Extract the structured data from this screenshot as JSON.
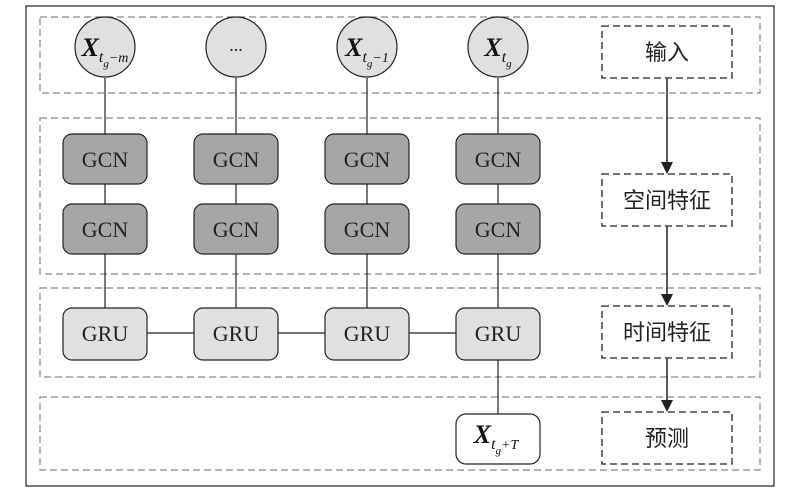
{
  "inputs": [
    {
      "var": "X",
      "sub1": "t",
      "sub2": "g",
      "suffix": "−m"
    },
    {
      "text": "..."
    },
    {
      "var": "X",
      "sub1": "t",
      "sub2": "g",
      "suffix": "−1"
    },
    {
      "var": "X",
      "sub1": "t",
      "sub2": "g",
      "suffix": ""
    }
  ],
  "gcn_label": "GCN",
  "gru_label": "GRU",
  "output": {
    "var": "X",
    "sub1": "t",
    "sub2": "g",
    "suffix": "+T"
  },
  "stages": [
    "输入",
    "空间特征",
    "时间特征",
    "预测"
  ],
  "colors": {
    "gcn_fill": "#a6a6a6",
    "gru_fill": "#e0e0e0",
    "input_fill": "#e0e0e0",
    "output_fill": "#ffffff",
    "stroke": "#222222",
    "dash": "#888888"
  }
}
